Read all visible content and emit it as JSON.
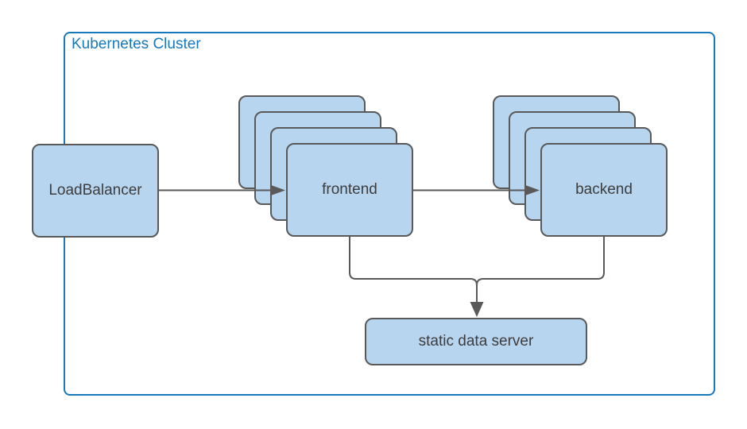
{
  "cluster": {
    "label": "Kubernetes Cluster"
  },
  "nodes": {
    "load_balancer": {
      "label": "LoadBalancer"
    },
    "frontend": {
      "label": "frontend",
      "replicas": 4
    },
    "backend": {
      "label": "backend",
      "replicas": 4
    },
    "static_data_server": {
      "label": "static data server"
    }
  },
  "edges": [
    {
      "from": "LoadBalancer",
      "to": "frontend",
      "type": "arrow"
    },
    {
      "from": "frontend",
      "to": "backend",
      "type": "arrow"
    },
    {
      "from": "frontend",
      "to": "static data server",
      "type": "arrow"
    },
    {
      "from": "backend",
      "to": "static data server",
      "type": "arrow"
    }
  ],
  "colors": {
    "cluster_border": "#1778ba",
    "cluster_label": "#1778ba",
    "node_fill": "#b8d5f0",
    "node_border": "#595959",
    "connector": "#595959",
    "node_text": "#3d3d3d",
    "background": "#ffffff"
  }
}
